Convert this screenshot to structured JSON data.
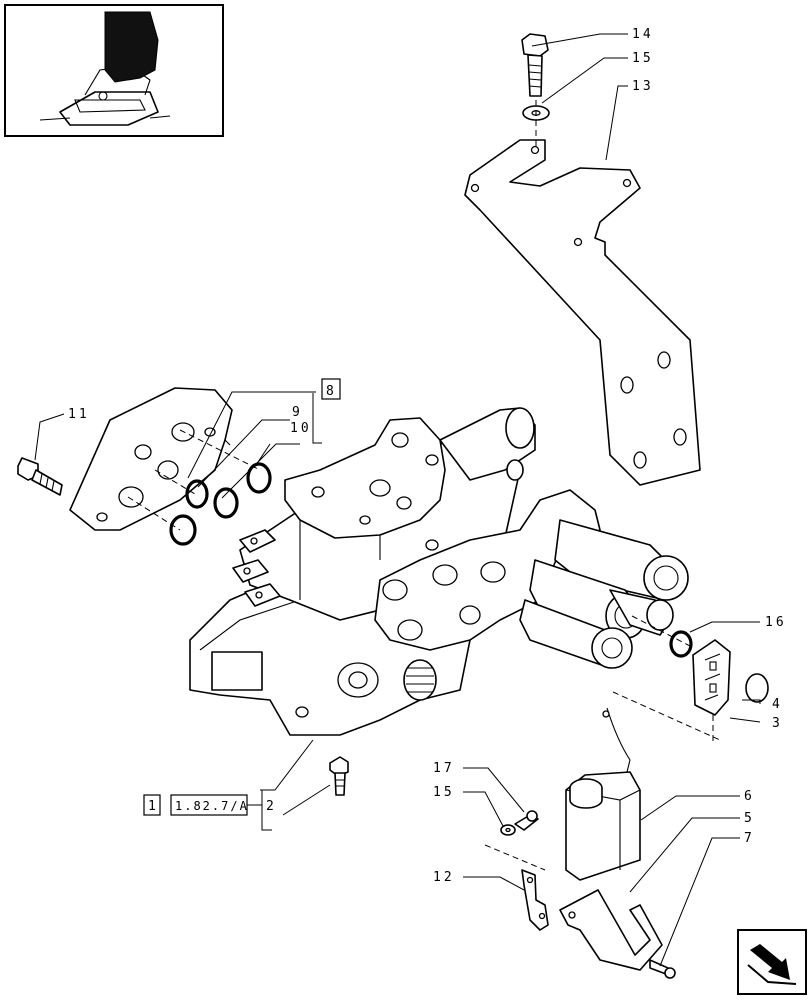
{
  "callouts": {
    "c1": "1",
    "c2": "2",
    "c3": "3",
    "c4": "4",
    "c5": "5",
    "c6": "6",
    "c7": "7",
    "c8": "8",
    "c9": "9",
    "c10": "10",
    "c11": "11",
    "c12": "12",
    "c13": "13",
    "c14": "14",
    "c15a": "15",
    "c15b": "15",
    "c16": "16",
    "c17": "17"
  },
  "reference": {
    "section": "1",
    "page_ref": "1.82.7/A"
  },
  "icons": {
    "thumbnail": "tractor-location-thumbnail",
    "nav": "next-page-arrow-icon"
  }
}
